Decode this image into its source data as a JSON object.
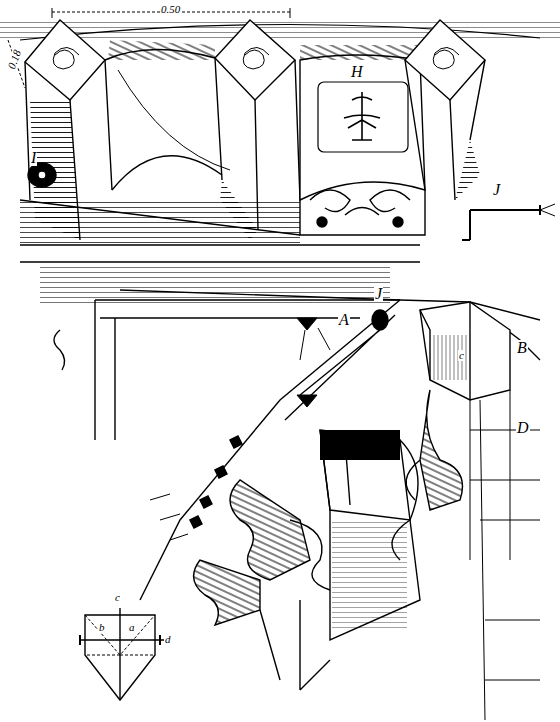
{
  "diagram": {
    "labels": [
      "0.18",
      "0.50",
      "H",
      "I",
      "J",
      "J",
      "A",
      "B",
      "c",
      "D",
      "c",
      "b",
      "a",
      "d"
    ]
  }
}
